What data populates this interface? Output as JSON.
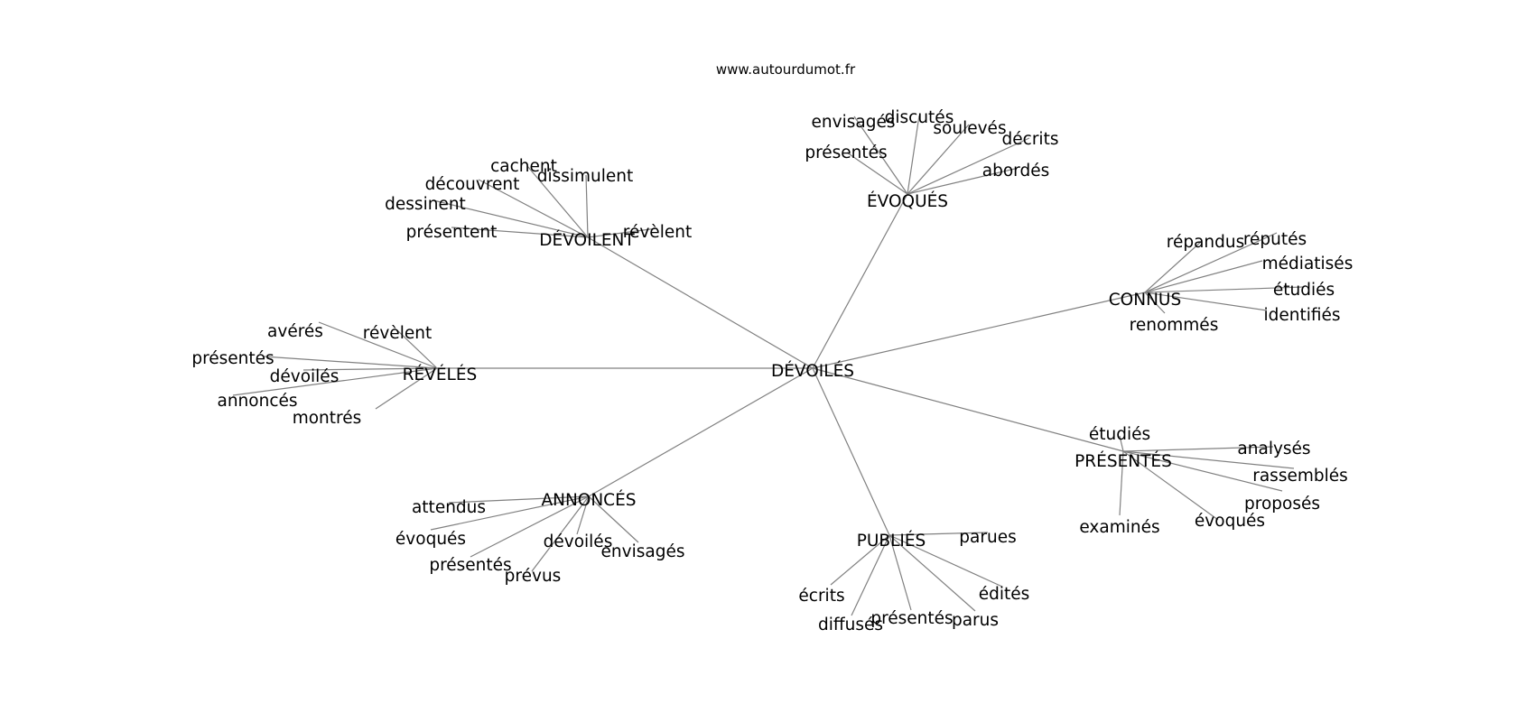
{
  "site": "www.autourdumot.fr",
  "center": "DÉVOILÉS",
  "groups": [
    {
      "hub": "DÉVOILENT",
      "leaves": [
        "cachent",
        "dissimulent",
        "découvrent",
        "dessinent",
        "présentent",
        "révèlent"
      ]
    },
    {
      "hub": "ÉVOQUÉS",
      "leaves": [
        "envisagés",
        "discutés",
        "soulevés",
        "décrits",
        "présentés",
        "abordés"
      ]
    },
    {
      "hub": "CONNUS",
      "leaves": [
        "répandus",
        "réputés",
        "médiatisés",
        "étudiés",
        "identifiés",
        "renommés"
      ]
    },
    {
      "hub": "RÉVÉLÉS",
      "leaves": [
        "avérés",
        "révèlent",
        "présentés",
        "dévoilés",
        "annoncés",
        "montrés"
      ]
    },
    {
      "hub": "PRÉSENTÉS",
      "leaves": [
        "étudiés",
        "analysés",
        "rassemblés",
        "proposés",
        "évoqués",
        "examinés"
      ]
    },
    {
      "hub": "ANNONCÉS",
      "leaves": [
        "attendus",
        "évoqués",
        "dévoilés",
        "envisagés",
        "présentés",
        "prévus"
      ]
    },
    {
      "hub": "PUBLIÉS",
      "leaves": [
        "parues",
        "écrits",
        "édités",
        "diffusés",
        "présentés",
        "parus"
      ]
    }
  ]
}
